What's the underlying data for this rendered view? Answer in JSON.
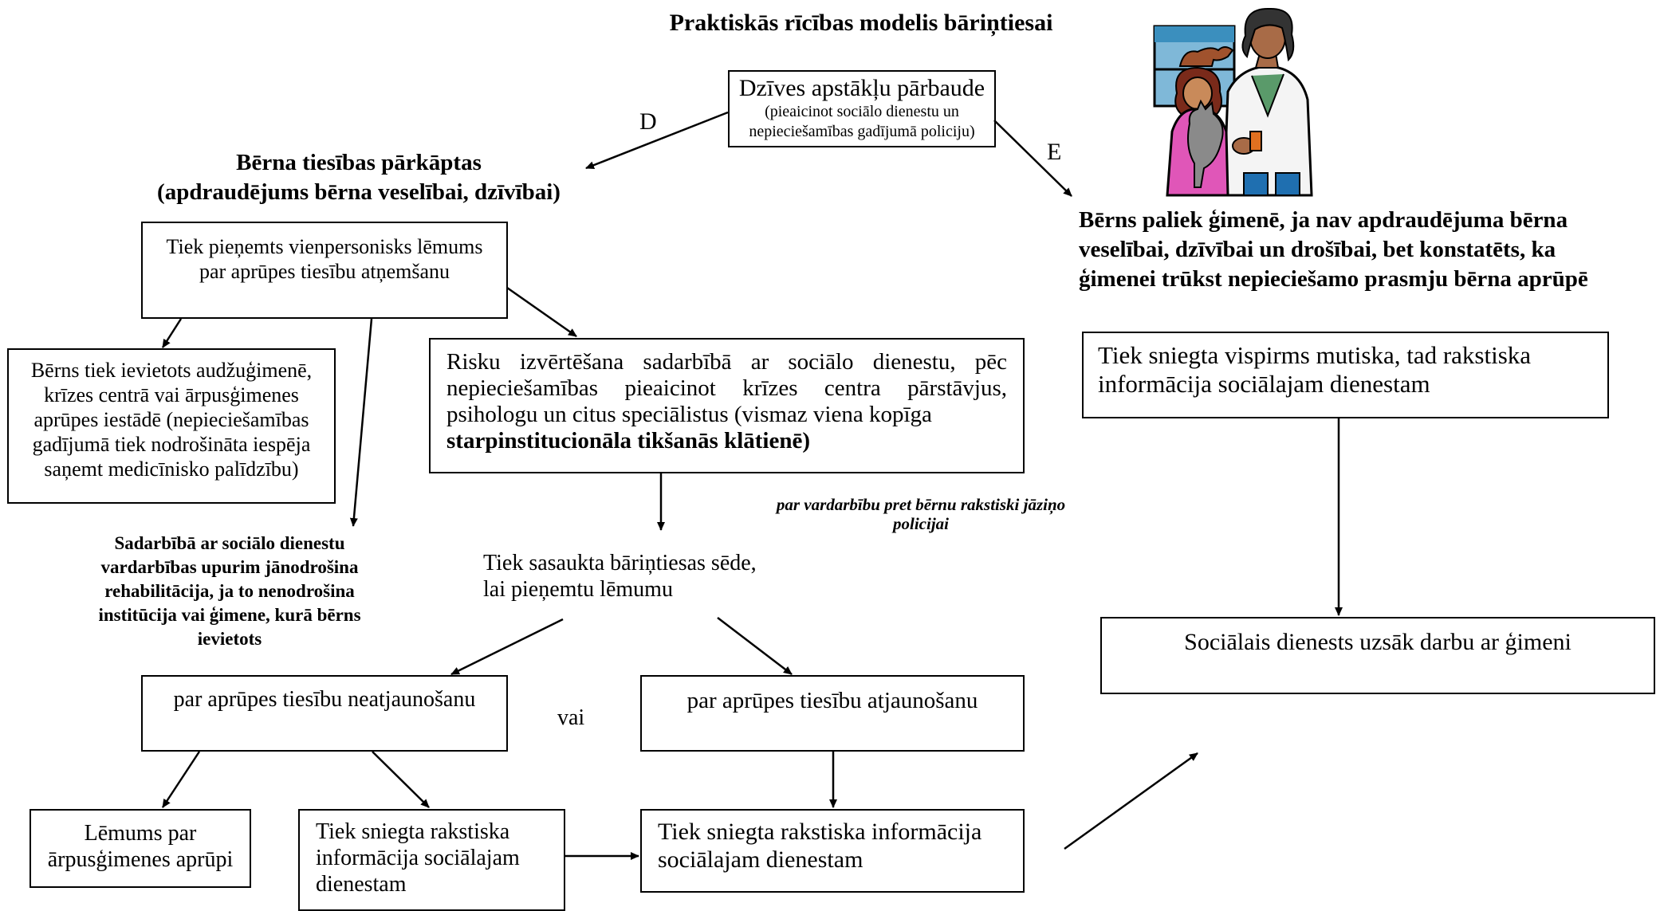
{
  "title": "Praktiskās rīcības modelis bāriņtiesai",
  "top_box": {
    "line1": "Dzīves apstākļu pārbaude",
    "line2": "(pieaicinot sociālo dienestu un",
    "line3": "nepieciešamības gadījumā policiju)"
  },
  "edge_labels": {
    "d": "D",
    "e": "E"
  },
  "left_heading": {
    "line1": "Bērna tiesības pārkāptas",
    "line2": "(apdraudējums bērna veselībai, dzīvībai)"
  },
  "decision_box": {
    "line1": "Tiek pieņemts vienpersonisks lēmums",
    "line2": "par aprūpes tiesību atņemšanu"
  },
  "placement_box": {
    "line1": "Bērns tiek ievietots audžuģimenē,",
    "line2": "krīzes centrā vai ārpusģimenes",
    "line3": "aprūpes iestādē (nepieciešamības",
    "line4": "gadījumā tiek nodrošināta iespēja",
    "line5": "saņemt medicīnisko palīdzību)"
  },
  "risk_box": {
    "text": "Risku izvērtēšana sadarbībā ar sociālo dienestu, pēc nepieciešamības pieaicinot krīzes centra pārstāvjus, psihologu un citus speciālistus (vismaz viena kopīga",
    "bold": "starpinstitucionāla tikšanās klātienē)"
  },
  "police_note": {
    "line1": "par vardarbību pret bērnu rakstiski jāziņo",
    "line2": "policijai"
  },
  "rehab_text": {
    "line1": "Sadarbībā ar sociālo dienestu",
    "line2": "vardarbības upurim jānodrošina",
    "line3": "rehabilitācija, ja to nenodrošina",
    "line4": "institūcija vai ģimene, kurā bērns",
    "line5": "ievietots"
  },
  "meeting_text": {
    "line1": "Tiek sasaukta bāriņtiesas sēde,",
    "line2": "lai pieņemtu lēmumu"
  },
  "not_restore_box": "par aprūpes tiesību neatjaunošanu",
  "or_label": "vai",
  "restore_box": "par aprūpes tiesību atjaunošanu",
  "outplacement_box": {
    "line1": "Lēmums par",
    "line2": "ārpusģimenes aprūpi"
  },
  "written_info_left": {
    "line1": "Tiek sniegta rakstiska",
    "line2": "informācija sociālajam",
    "line3": "dienestam"
  },
  "written_info_mid": {
    "line1": "Tiek sniegta rakstiska informācija",
    "line2": "sociālajam dienestam"
  },
  "right_heading": {
    "line1": "Bērns paliek ģimenē, ja nav apdraudējuma bērna",
    "line2": "veselībai, dzīvībai un drošībai, bet konstatēts, ka",
    "line3": "ģimenei trūkst nepieciešamo prasmju bērna aprūpē"
  },
  "oral_info_box": {
    "line1": "Tiek sniegta vispirms mutiska, tad rakstiska",
    "line2": "informācija sociālajam dienestam"
  },
  "social_service_box": "Sociālais dienests uzsāk darbu ar ģimeni",
  "clipart": "doctor-with-child-and-cat-clipart"
}
